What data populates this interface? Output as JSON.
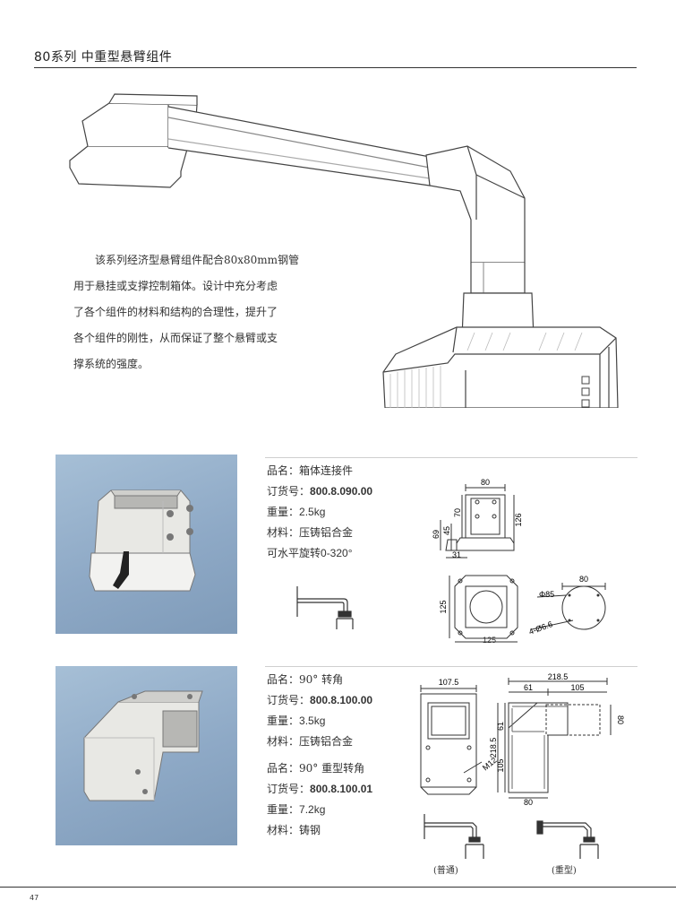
{
  "header": {
    "title": "80系列  中重型悬臂组件"
  },
  "intro": {
    "lines": [
      "该系列经济型悬臂组件配合80x80mm钢管",
      "用于悬挂或支撑控制箱体。设计中充分考虑",
      "了各个组件的材料和结构的合理性，提升了",
      "各个组件的刚性，从而保证了整个悬臂或支",
      "撑系统的强度。"
    ]
  },
  "product1": {
    "name_label": "品名：",
    "name": "箱体连接件",
    "order_label": "订货号：",
    "order_no": "800.8.090.00",
    "weight_label": "重量：",
    "weight": "2.5kg",
    "material_label": "材料：",
    "material": "压铸铝合金",
    "rotation_text": "可水平旋转",
    "rotation_value": "0-320°",
    "dims": {
      "top_width": "80",
      "height_70": "70",
      "height_126": "126",
      "h69": "69",
      "h45": "45",
      "w31": "31",
      "h125": "125",
      "w125": "125",
      "w80": "80",
      "phi85": "Φ85",
      "holes": "4-Ø6.6"
    }
  },
  "product2": {
    "name_label": "品名：",
    "name": "90° 转角",
    "order_label": "订货号：",
    "order_no": "800.8.100.00",
    "weight_label": "重量：",
    "weight": "3.5kg",
    "material_label": "材料：",
    "material": "压铸铝合金"
  },
  "product3": {
    "name_label": "品名：",
    "name": "90° 重型转角",
    "order_label": "订货号：",
    "order_no": "800.8.100.01",
    "weight_label": "重量：",
    "weight": "7.2kg",
    "material_label": "材料：",
    "material": "铸钢",
    "dims": {
      "w1075": "107.5",
      "w2185": "218.5",
      "w61": "61",
      "w105": "105",
      "h80": "80",
      "h2185": "218.5",
      "h61": "61",
      "h105": "105",
      "w80": "80",
      "m12": "M12"
    },
    "captions": {
      "normal": "(普通)",
      "heavy": "(重型)"
    }
  },
  "footer": {
    "page_number": "47"
  }
}
